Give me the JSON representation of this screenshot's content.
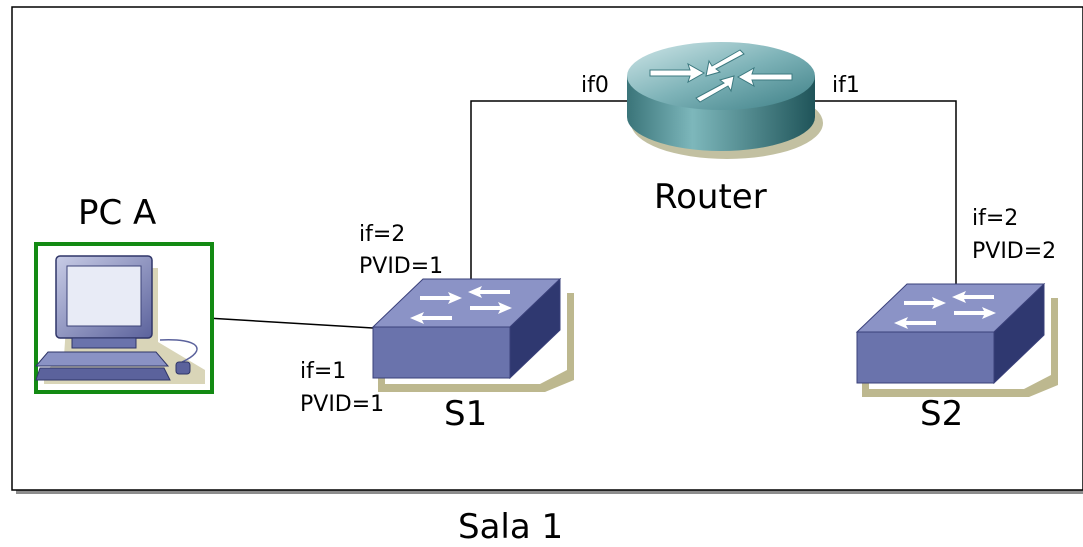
{
  "diagram": {
    "caption": "Sala 1",
    "router": {
      "name": "Router",
      "left_port": "if0",
      "right_port": "if1"
    },
    "pc": {
      "name": "PC A",
      "border_color": "#138a13"
    },
    "switch1": {
      "name": "S1",
      "uplink_if": "if=2",
      "uplink_pvid": "PVID=1",
      "pc_if": "if=1",
      "pc_pvid": "PVID=1"
    },
    "switch2": {
      "name": "S2",
      "uplink_if": "if=2",
      "uplink_pvid": "PVID=2"
    },
    "icons": {
      "router": "router-icon",
      "switch": "switch-icon",
      "pc": "desktop-computer-icon"
    },
    "colors": {
      "switch_body": "#6a73ac",
      "router_body": "#3f8a92",
      "frame": "#000000"
    }
  }
}
